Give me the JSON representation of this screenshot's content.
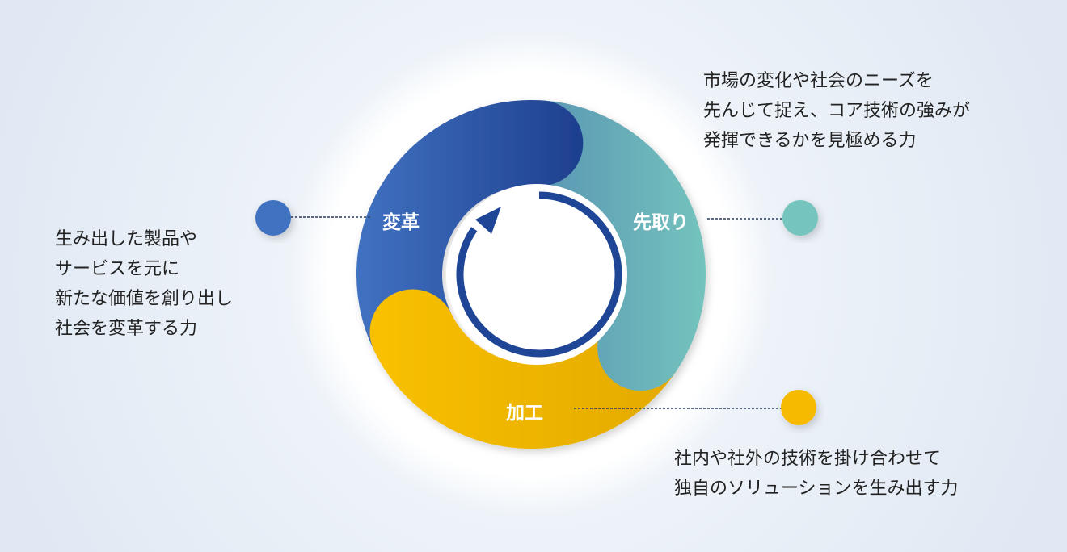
{
  "segments": [
    {
      "label": "変革",
      "color": "#3b69bb"
    },
    {
      "label": "先取り",
      "color": "#6fbfbd"
    },
    {
      "label": "加工",
      "color": "#f6bb00"
    }
  ],
  "descriptions": {
    "henkaku": [
      "生み出した製品や",
      "サービスを元に",
      "新たな価値を創り出し",
      "社会を変革する力"
    ],
    "sakidori": [
      "市場の変化や社会のニーズを",
      "先んじて捉え、コア技術の強みが",
      "発揮できるかを見極める力"
    ],
    "kakou": [
      "社内や社外の技術を掛け合わせて",
      "独自のソリューションを生み出す力"
    ]
  },
  "colors": {
    "arrow": "#1f4596",
    "line": "#2a3a5a"
  }
}
